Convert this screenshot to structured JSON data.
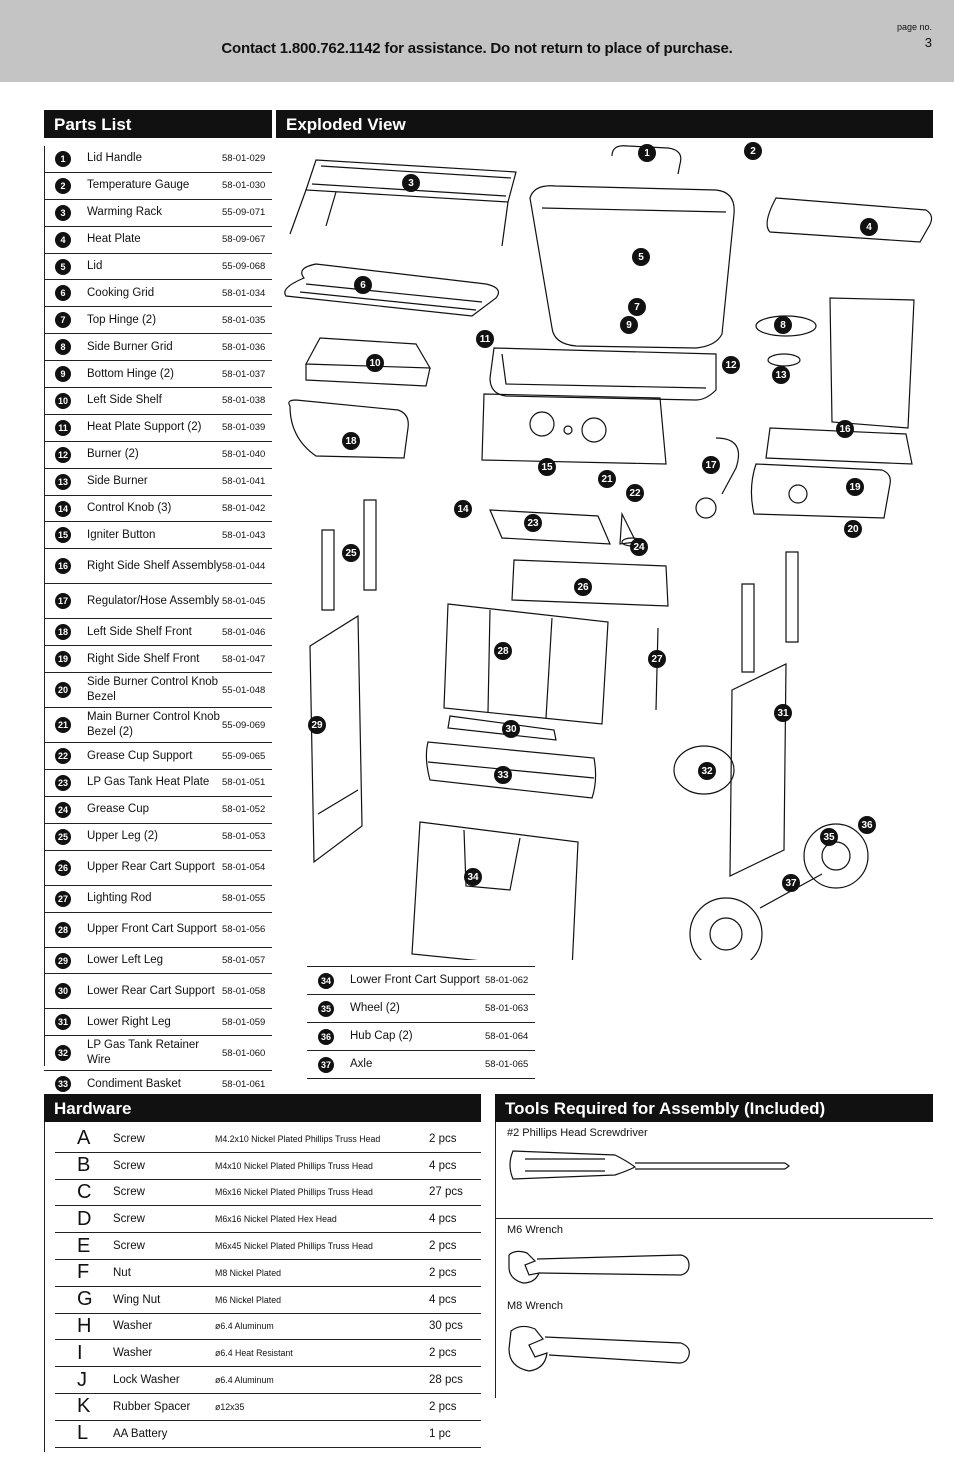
{
  "header": {
    "contact": "Contact 1.800.762.1142 for assistance. Do not return to place of purchase.",
    "page_label": "page no.",
    "page_number": "3"
  },
  "parts_list": {
    "title": "Parts List",
    "items": [
      {
        "num": "1",
        "name": "Lid Handle",
        "code": "58-01-029"
      },
      {
        "num": "2",
        "name": "Temperature Gauge",
        "code": "58-01-030"
      },
      {
        "num": "3",
        "name": "Warming Rack",
        "code": "55-09-071"
      },
      {
        "num": "4",
        "name": "Heat Plate",
        "code": "58-09-067"
      },
      {
        "num": "5",
        "name": "Lid",
        "code": "55-09-068"
      },
      {
        "num": "6",
        "name": "Cooking Grid",
        "code": "58-01-034"
      },
      {
        "num": "7",
        "name": "Top Hinge (2)",
        "code": "58-01-035"
      },
      {
        "num": "8",
        "name": "Side Burner Grid",
        "code": "58-01-036"
      },
      {
        "num": "9",
        "name": "Bottom Hinge (2)",
        "code": "58-01-037"
      },
      {
        "num": "10",
        "name": "Left Side Shelf",
        "code": "58-01-038"
      },
      {
        "num": "11",
        "name": "Heat Plate Support (2)",
        "code": "58-01-039"
      },
      {
        "num": "12",
        "name": "Burner (2)",
        "code": "58-01-040"
      },
      {
        "num": "13",
        "name": "Side Burner",
        "code": "58-01-041"
      },
      {
        "num": "14",
        "name": "Control Knob (3)",
        "code": "58-01-042"
      },
      {
        "num": "15",
        "name": "Igniter Button",
        "code": "58-01-043"
      },
      {
        "num": "16",
        "name": "Right Side Shelf Assembly",
        "code": "58-01-044"
      },
      {
        "num": "17",
        "name": "Regulator/Hose Assembly",
        "code": "58-01-045"
      },
      {
        "num": "18",
        "name": "Left Side Shelf Front",
        "code": "58-01-046"
      },
      {
        "num": "19",
        "name": "Right Side Shelf Front",
        "code": "58-01-047"
      },
      {
        "num": "20",
        "name": "Side Burner Control Knob Bezel",
        "code": "55-01-048"
      },
      {
        "num": "21",
        "name": "Main Burner Control Knob Bezel (2)",
        "code": "55-09-069"
      },
      {
        "num": "22",
        "name": "Grease Cup Support",
        "code": "55-09-065"
      },
      {
        "num": "23",
        "name": "LP Gas Tank Heat Plate",
        "code": "58-01-051"
      },
      {
        "num": "24",
        "name": "Grease Cup",
        "code": "58-01-052"
      },
      {
        "num": "25",
        "name": "Upper Leg (2)",
        "code": "58-01-053"
      },
      {
        "num": "26",
        "name": "Upper Rear Cart Support",
        "code": "58-01-054"
      },
      {
        "num": "27",
        "name": "Lighting Rod",
        "code": "58-01-055"
      },
      {
        "num": "28",
        "name": "Upper Front Cart Support",
        "code": "58-01-056"
      },
      {
        "num": "29",
        "name": "Lower Left Leg",
        "code": "58-01-057"
      },
      {
        "num": "30",
        "name": "Lower Rear Cart Support",
        "code": "58-01-058"
      },
      {
        "num": "31",
        "name": "Lower Right Leg",
        "code": "58-01-059"
      },
      {
        "num": "32",
        "name": "LP Gas Tank Retainer Wire",
        "code": "58-01-060"
      },
      {
        "num": "33",
        "name": "Condiment Basket",
        "code": "58-01-061"
      }
    ],
    "items2": [
      {
        "num": "34",
        "name": "Lower Front Cart Support",
        "code": "58-01-062"
      },
      {
        "num": "35",
        "name": "Wheel (2)",
        "code": "58-01-063"
      },
      {
        "num": "36",
        "name": "Hub Cap (2)",
        "code": "58-01-064"
      },
      {
        "num": "37",
        "name": "Axle",
        "code": "58-01-065"
      }
    ]
  },
  "exploded_view": {
    "title": "Exploded View",
    "callouts": [
      "1",
      "2",
      "3",
      "4",
      "5",
      "6",
      "7",
      "8",
      "9",
      "10",
      "11",
      "12",
      "13",
      "14",
      "15",
      "16",
      "17",
      "18",
      "19",
      "20",
      "21",
      "22",
      "23",
      "24",
      "25",
      "26",
      "27",
      "28",
      "29",
      "30",
      "31",
      "32",
      "33",
      "34",
      "35",
      "36",
      "37"
    ]
  },
  "hardware": {
    "title": "Hardware",
    "items": [
      {
        "letter": "A",
        "type": "Screw",
        "desc": "M4.2x10 Nickel Plated Phillips Truss Head",
        "qty": "2 pcs"
      },
      {
        "letter": "B",
        "type": "Screw",
        "desc": "M4x10 Nickel Plated Phillips Truss Head",
        "qty": "4 pcs"
      },
      {
        "letter": "C",
        "type": "Screw",
        "desc": "M6x16 Nickel Plated Phillips Truss Head",
        "qty": "27 pcs"
      },
      {
        "letter": "D",
        "type": "Screw",
        "desc": "M6x16 Nickel Plated Hex Head",
        "qty": "4 pcs"
      },
      {
        "letter": "E",
        "type": "Screw",
        "desc": "M6x45 Nickel Plated Phillips Truss Head",
        "qty": "2 pcs"
      },
      {
        "letter": "F",
        "type": "Nut",
        "desc": "M8 Nickel Plated",
        "qty": "2 pcs"
      },
      {
        "letter": "G",
        "type": "Wing Nut",
        "desc": "M6 Nickel Plated",
        "qty": "4 pcs"
      },
      {
        "letter": "H",
        "type": "Washer",
        "desc": "ø6.4 Aluminum",
        "qty": "30 pcs"
      },
      {
        "letter": "I",
        "type": "Washer",
        "desc": "ø6.4 Heat Resistant",
        "qty": "2 pcs"
      },
      {
        "letter": "J",
        "type": "Lock Washer",
        "desc": "ø6.4 Aluminum",
        "qty": "28 pcs"
      },
      {
        "letter": "K",
        "type": "Rubber Spacer",
        "desc": "ø12x35",
        "qty": "2 pcs"
      },
      {
        "letter": "L",
        "type": "AA Battery",
        "desc": "",
        "qty": "1 pc"
      }
    ]
  },
  "tools": {
    "title": "Tools Required for Assembly (Included)",
    "screwdriver": "#2 Phillips Head Screwdriver",
    "m6": "M6 Wrench",
    "m8": "M8 Wrench"
  }
}
